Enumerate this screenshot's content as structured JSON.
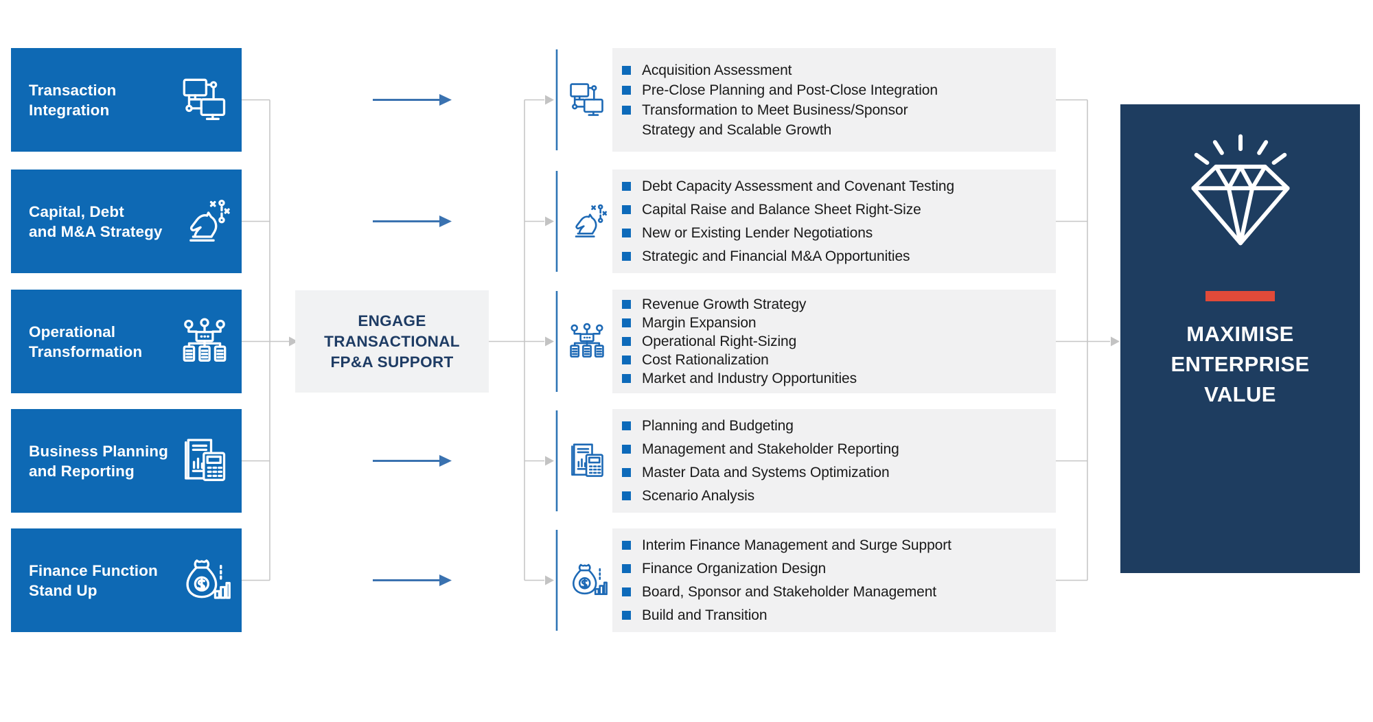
{
  "diagram": {
    "left_pillars": [
      {
        "label": "Transaction\nIntegration",
        "icon": "network-computers-icon"
      },
      {
        "label": "Capital, Debt\nand M&A Strategy",
        "icon": "chess-knight-strategy-icon"
      },
      {
        "label": "Operational\nTransformation",
        "icon": "org-chart-icon"
      },
      {
        "label": "Business Planning\nand Reporting",
        "icon": "report-calculator-icon"
      },
      {
        "label": "Finance Function\nStand Up",
        "icon": "money-bag-icon"
      }
    ],
    "center_action": {
      "label": "ENGAGE\nTRANSACTIONAL\nFP&A SUPPORT"
    },
    "service_groups": [
      {
        "icon": "network-computers-icon",
        "items": [
          "Acquisition Assessment",
          "Pre-Close Planning and Post-Close Integration",
          "Transformation to Meet Business/Sponsor\nStrategy and Scalable Growth"
        ]
      },
      {
        "icon": "chess-knight-strategy-icon",
        "items": [
          "Debt Capacity Assessment and Covenant Testing",
          "Capital Raise and Balance Sheet Right-Size",
          "New or Existing Lender Negotiations",
          "Strategic and Financial M&A Opportunities"
        ]
      },
      {
        "icon": "org-chart-icon",
        "items": [
          "Revenue Growth Strategy",
          "Margin Expansion",
          "Operational Right-Sizing",
          "Cost Rationalization",
          "Market and Industry Opportunities"
        ]
      },
      {
        "icon": "report-calculator-icon",
        "items": [
          "Planning and Budgeting",
          "Management and Stakeholder Reporting",
          "Master Data and Systems Optimization",
          "Scenario Analysis"
        ]
      },
      {
        "icon": "money-bag-icon",
        "items": [
          "Interim Finance Management and Surge Support",
          "Finance Organization Design",
          "Board, Sponsor and Stakeholder Management",
          "Build and Transition"
        ]
      }
    ],
    "outcome": {
      "label": "MAXIMISE\nENTERPRISE\nVALUE",
      "icon": "diamond-icon"
    },
    "colors": {
      "pillar_blue": "#0e69b4",
      "bullet_blue": "#0d6aba",
      "arrow_blue": "#3a72b0",
      "accent_bar_blue": "#2e74b5",
      "connector_gray": "#c6c6c6",
      "panel_gray": "#f1f1f2",
      "navy": "#1e3d60",
      "red_accent": "#e14a39"
    }
  }
}
